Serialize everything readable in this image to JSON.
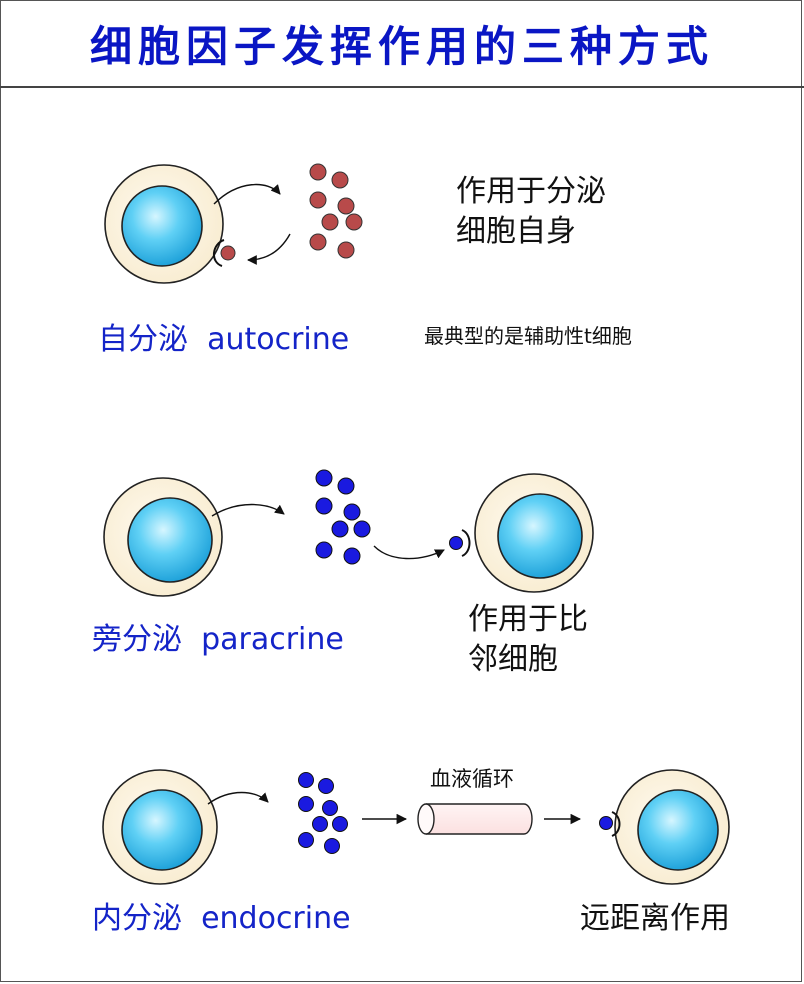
{
  "title": "细胞因子发挥作用的三种方式",
  "colors": {
    "title": "#0a16c4",
    "mode_label": "#1424c8",
    "cell_outer": "#fbf1dd",
    "cell_nucleus": "#2ab7e6",
    "autocrine_dot": "#b84a4a",
    "para_endo_dot": "#1a1ae0"
  },
  "autocrine": {
    "label": "自分泌  autocrine",
    "desc_line1": "作用于分泌",
    "desc_line2": "细胞自身",
    "example": "最典型的是辅助性t细胞"
  },
  "paracrine": {
    "label": "旁分泌  paracrine",
    "desc_line1": "作用于比",
    "desc_line2": "邻细胞"
  },
  "endocrine": {
    "label": "内分泌  endocrine",
    "tube_label": "血液循环",
    "desc": "远距离作用"
  }
}
